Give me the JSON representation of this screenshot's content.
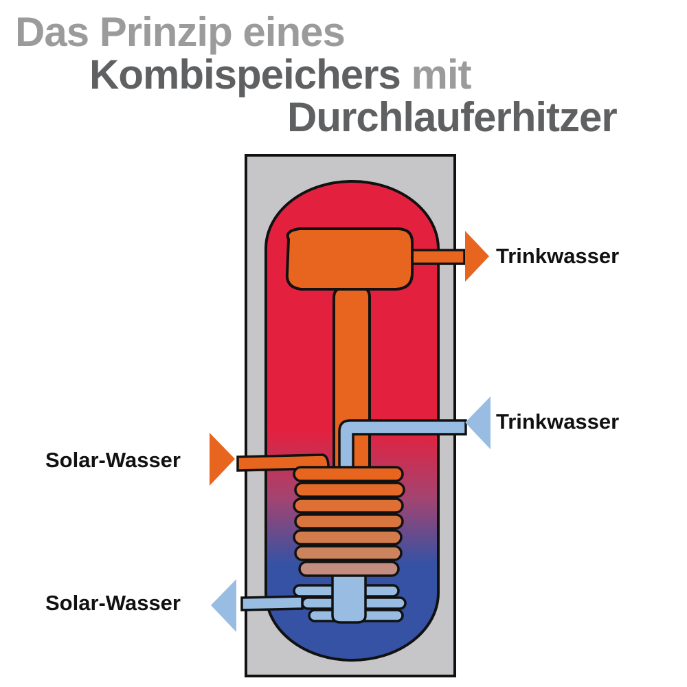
{
  "title": {
    "line1": "Das Prinzip eines",
    "line2_main": "Kombispeichers",
    "line2_suffix": "mit",
    "line3": "Durchlauferhitzer"
  },
  "labels": {
    "drinking_water_out": "Trinkwasser",
    "drinking_water_in": "Trinkwasser",
    "solar_water_in": "Solar-Wasser",
    "solar_water_out": "Solar-Wasser"
  },
  "colors": {
    "title_light": "#9b9b9b",
    "title_dark": "#5f6062",
    "casing": "#c6c6c8",
    "hot_water": "#e3213f",
    "cold_water": "#3552a4",
    "hot_pipe": "#e8651f",
    "cold_pipe": "#99bde2",
    "outline": "#111111"
  }
}
